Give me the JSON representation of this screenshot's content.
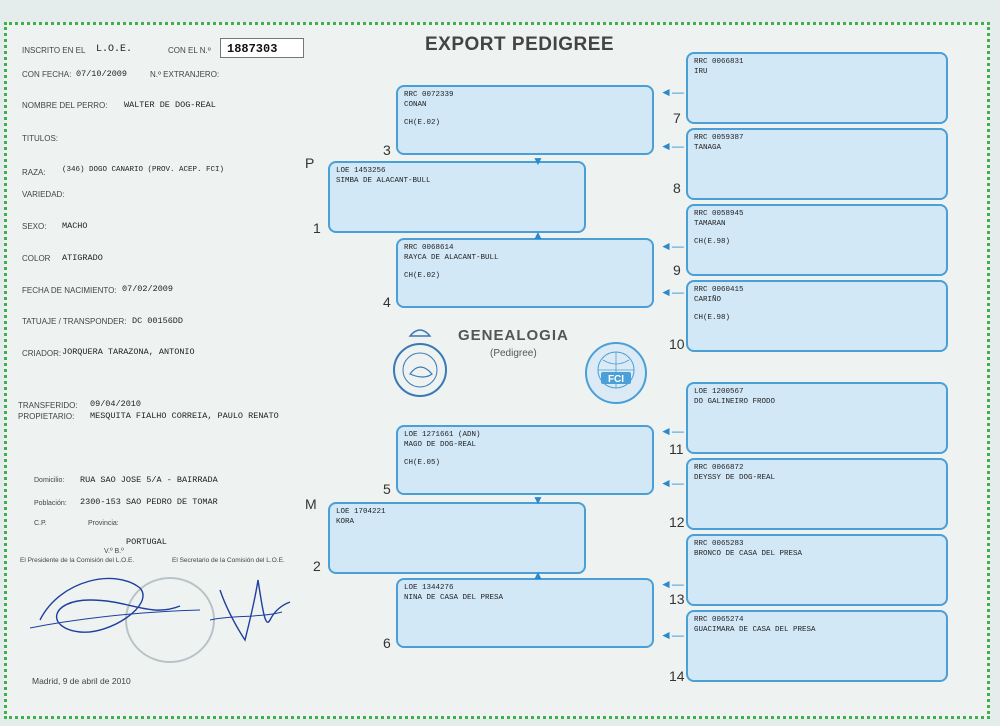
{
  "document": {
    "title": "EXPORT PEDIGREE",
    "registration": {
      "inscrito_label": "INSCRITO EN EL",
      "inscrito_value": "L.O.E.",
      "con_el_label": "CON EL N.º",
      "number": "1887303",
      "con_fecha_label": "CON FECHA:",
      "con_fecha_value": "07/10/2009",
      "extranjero_label": "N.º EXTRANJERO:"
    },
    "dog": {
      "nombre_label": "NOMBRE DEL PERRO:",
      "nombre": "WALTER DE DOG-REAL",
      "titulos_label": "TITULOS:",
      "raza_label": "RAZA:",
      "raza": "(346) DOGO CANARIO (PROV. ACEP. FCI)",
      "variedad_label": "VARIEDAD:",
      "sexo_label": "SEXO:",
      "sexo": "MACHO",
      "color_label": "COLOR",
      "color": "ATIGRADO",
      "nacimiento_label": "FECHA DE NACIMIENTO:",
      "nacimiento": "07/02/2009",
      "tatuaje_label": "TATUAJE / TRANSPONDER:",
      "tatuaje": "DC 00156DD",
      "criador_label": "CRIADOR:",
      "criador": "JORQUERA TARAZONA, ANTONIO"
    },
    "owner": {
      "transferido_label": "TRANSFERIDO:",
      "transferido": "09/04/2010",
      "propietario_label": "PROPIETARIO:",
      "propietario": "MESQUITA FIALHO CORREIA, PAULO RENATO",
      "domicilio_label": "Domicilio:",
      "domicilio": "RUA SAO JOSE 5/A - BAIRRADA",
      "poblacion_label": "Población:",
      "poblacion": "2300-153 SAO PEDRO DE TOMAR",
      "cp_label": "C.P.",
      "provincia_label": "Provincia:",
      "pais": "PORTUGAL"
    },
    "footer": {
      "vb_label": "V.º B.º",
      "presidente_label": "El Presidente de la Comisión del L.O.E.",
      "secretario_label": "El Secretario de la Comisión del L.O.E.",
      "place_date": "Madrid,   9 de abril de 2010"
    },
    "genealogy": {
      "title": "GENEALOGIA",
      "subtitle": "(Pedigree)",
      "seal_fci": "FCI",
      "sire_letter": "P",
      "dam_letter": "M"
    },
    "ancestors": {
      "a1": {
        "num": "1",
        "reg": "LOE 1453256",
        "name": "SIMBA DE ALACANT-BULL",
        "ch": ""
      },
      "a2": {
        "num": "2",
        "reg": "LOE 1704221",
        "name": "KORA",
        "ch": ""
      },
      "a3": {
        "num": "3",
        "reg": "RRC 0072339",
        "name": "CONAN",
        "ch": "CH(E.02)"
      },
      "a4": {
        "num": "4",
        "reg": "RRC 0068614",
        "name": "RAYCA DE ALACANT-BULL",
        "ch": "CH(E.02)"
      },
      "a5": {
        "num": "5",
        "reg": "LOE 1271661      (ADN)",
        "name": "MAGO DE DOG-REAL",
        "ch": "CH(E.05)"
      },
      "a6": {
        "num": "6",
        "reg": "LOE 1344276",
        "name": "NINA DE CASA DEL PRESA",
        "ch": ""
      },
      "a7": {
        "num": "7",
        "reg": "RRC 0066831",
        "name": "IRU",
        "ch": ""
      },
      "a8": {
        "num": "8",
        "reg": "RRC 0059387",
        "name": "TANAGA",
        "ch": ""
      },
      "a9": {
        "num": "9",
        "reg": "RRC 0058945",
        "name": "TAMARAN",
        "ch": "CH(E.98)"
      },
      "a10": {
        "num": "10",
        "reg": "RRC 0060415",
        "name": "CARIÑO",
        "ch": "CH(E.98)"
      },
      "a11": {
        "num": "11",
        "reg": "LOE 1200567",
        "name": "DO GALINEIRO FRODO",
        "ch": ""
      },
      "a12": {
        "num": "12",
        "reg": "RRC 0066872",
        "name": "DEYSSY DE DOG-REAL",
        "ch": ""
      },
      "a13": {
        "num": "13",
        "reg": "RRC 0065283",
        "name": "BRONCO DE CASA DEL PRESA",
        "ch": ""
      },
      "a14": {
        "num": "14",
        "reg": "RRC 0065274",
        "name": "GUACIMARA DE CASA DEL PRESA",
        "ch": ""
      }
    },
    "colors": {
      "frame": "#3fb04b",
      "box_fill": "#d2e8f7",
      "box_border": "#4a9fd6",
      "ink": "#1f3fa0"
    }
  }
}
